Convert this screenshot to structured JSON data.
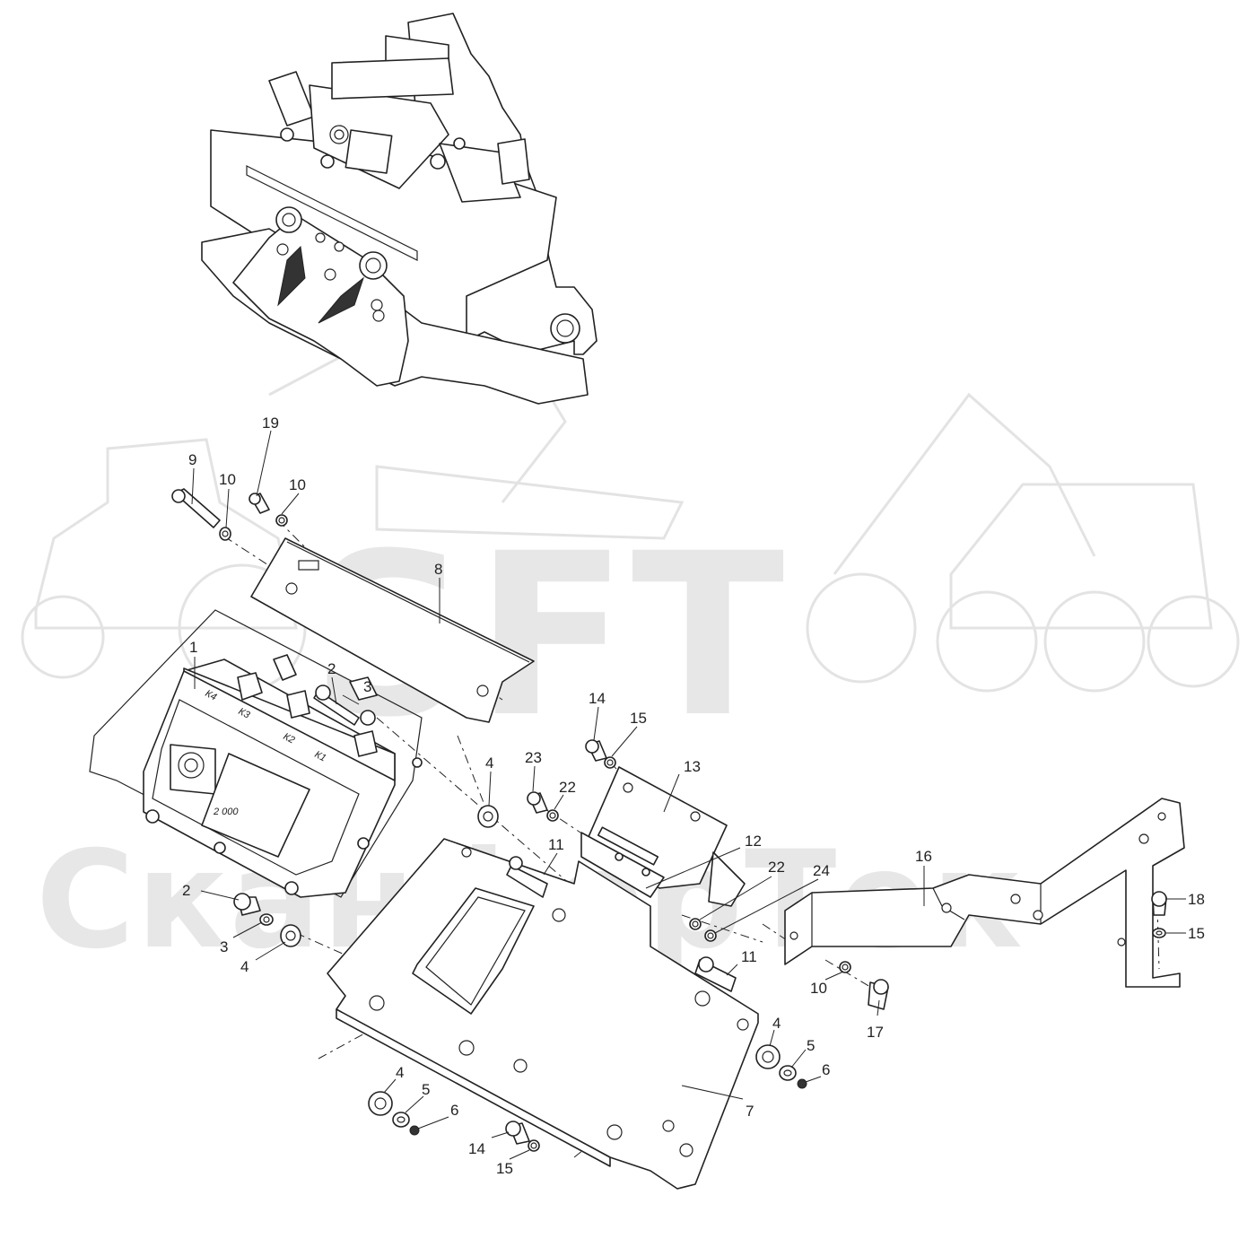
{
  "watermark": {
    "brand": "SFT",
    "name": "СканфорТек"
  },
  "module_marks": [
    "К4",
    "К3",
    "К2",
    "К1"
  ],
  "module_plate_text": "2 000",
  "callouts": [
    {
      "id": "c-19",
      "label": "19"
    },
    {
      "id": "c-9",
      "label": "9"
    },
    {
      "id": "c-10a",
      "label": "10"
    },
    {
      "id": "c-10b",
      "label": "10"
    },
    {
      "id": "c-8",
      "label": "8"
    },
    {
      "id": "c-1",
      "label": "1"
    },
    {
      "id": "c-2a",
      "label": "2"
    },
    {
      "id": "c-3a",
      "label": "3"
    },
    {
      "id": "c-4a",
      "label": "4"
    },
    {
      "id": "c-14a",
      "label": "14"
    },
    {
      "id": "c-15a",
      "label": "15"
    },
    {
      "id": "c-13",
      "label": "13"
    },
    {
      "id": "c-23",
      "label": "23"
    },
    {
      "id": "c-22a",
      "label": "22"
    },
    {
      "id": "c-11a",
      "label": "11"
    },
    {
      "id": "c-12",
      "label": "12"
    },
    {
      "id": "c-22b",
      "label": "22"
    },
    {
      "id": "c-24",
      "label": "24"
    },
    {
      "id": "c-16",
      "label": "16"
    },
    {
      "id": "c-2b",
      "label": "2"
    },
    {
      "id": "c-3b",
      "label": "3"
    },
    {
      "id": "c-4b",
      "label": "4"
    },
    {
      "id": "c-18",
      "label": "18"
    },
    {
      "id": "c-15b",
      "label": "15"
    },
    {
      "id": "c-11b",
      "label": "11"
    },
    {
      "id": "c-10c",
      "label": "10"
    },
    {
      "id": "c-17",
      "label": "17"
    },
    {
      "id": "c-4c",
      "label": "4"
    },
    {
      "id": "c-5a",
      "label": "5"
    },
    {
      "id": "c-6a",
      "label": "6"
    },
    {
      "id": "c-4d",
      "label": "4"
    },
    {
      "id": "c-5b",
      "label": "5"
    },
    {
      "id": "c-6b",
      "label": "6"
    },
    {
      "id": "c-7",
      "label": "7"
    },
    {
      "id": "c-14b",
      "label": "14"
    },
    {
      "id": "c-15c",
      "label": "15"
    }
  ]
}
